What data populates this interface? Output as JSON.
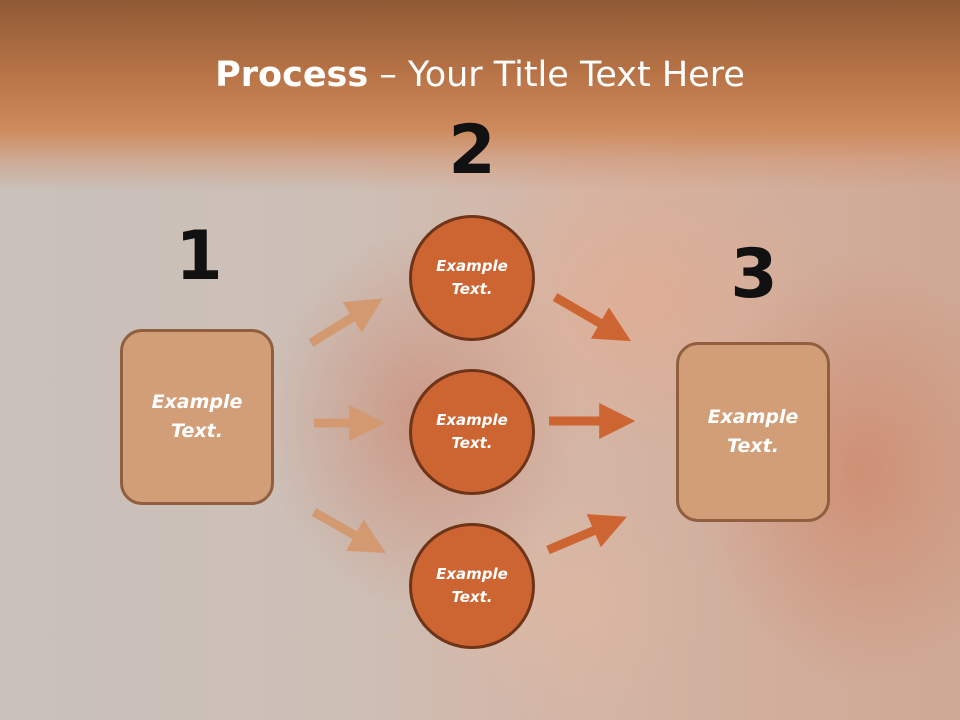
{
  "slide": {
    "title_bold": "Process",
    "title_rest": " – Your Title Text Here",
    "steps": [
      "1",
      "2",
      "3"
    ],
    "left_box_text": "Example Text.",
    "right_box_text": "Example Text.",
    "circles": [
      "Example Text.",
      "Example Text.",
      "Example Text."
    ]
  },
  "colors": {
    "box_fill": "#d19e77",
    "circle_fill": "#cd6532",
    "arrow_left": "#d39a72",
    "arrow_right": "#cd6532"
  }
}
